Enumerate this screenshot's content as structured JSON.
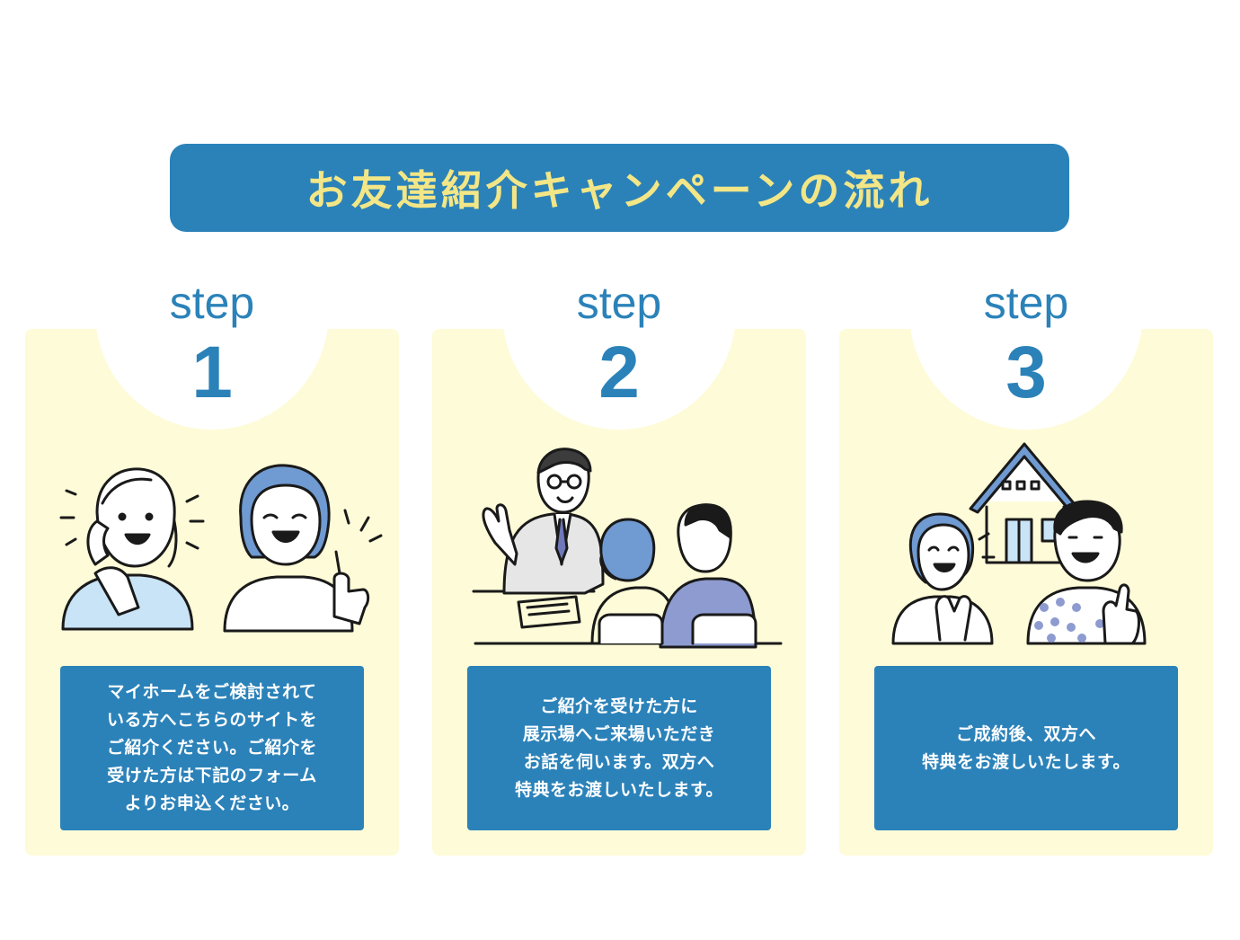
{
  "header": {
    "title": "お友達紹介キャンペーンの流れ"
  },
  "steps": [
    {
      "word": "step",
      "number": "1",
      "description": "マイホームをご検討されて\nいる方へこちらのサイトを\nご紹介ください。ご紹介を\n受けた方は下記のフォーム\nよりお申込ください。"
    },
    {
      "word": "step",
      "number": "2",
      "description": "ご紹介を受けた方に\n展示場へご来場いただき\nお話を伺います。双方へ\n特典をお渡しいたします。"
    },
    {
      "word": "step",
      "number": "3",
      "description": "ご成約後、双方へ\n特典をお渡しいたします。"
    }
  ],
  "colors": {
    "primary": "#2b82b9",
    "title_text": "#f3e686",
    "card_bg": "#fefbd8",
    "accent_blue": "#6f9ad2",
    "light_blue": "#c9e4f7"
  }
}
